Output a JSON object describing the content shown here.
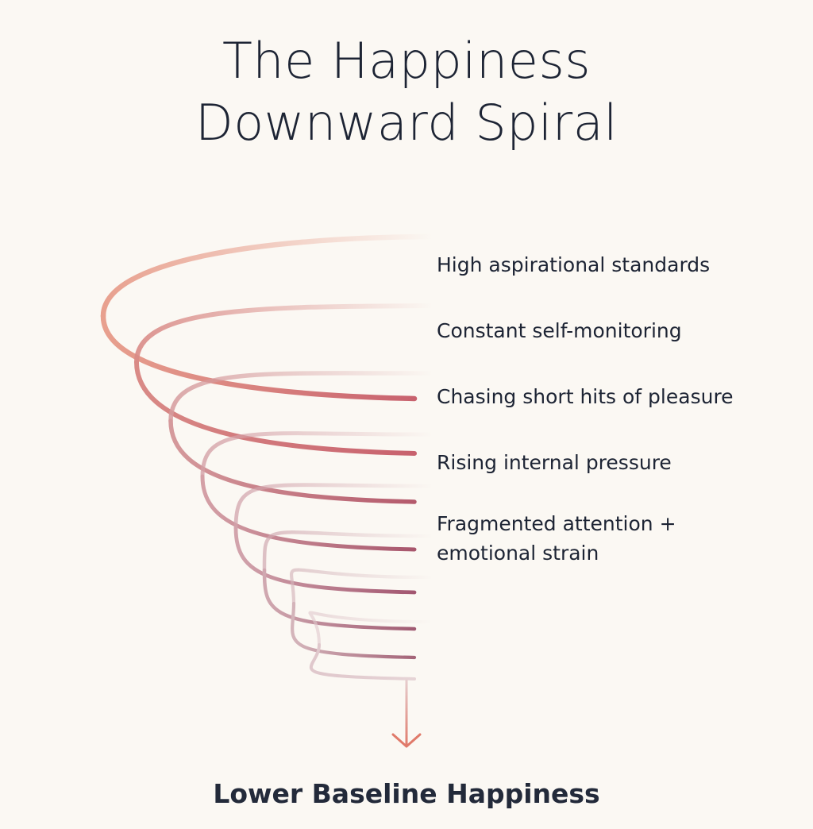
{
  "title": {
    "line1": "The Happiness",
    "line2": "Downward Spiral"
  },
  "labels": [
    "High aspirational standards",
    "Constant self-monitoring",
    "Chasing short hits of pleasure",
    "Rising internal pressure",
    "Fragmented attention +",
    "emotional strain"
  ],
  "outcome": "Lower Baseline Happiness",
  "colors": {
    "start": "#e8a08e",
    "mid": "#c8626e",
    "end": "#9c5670",
    "text": "#1d2434",
    "arrow": "#e07a6a"
  }
}
